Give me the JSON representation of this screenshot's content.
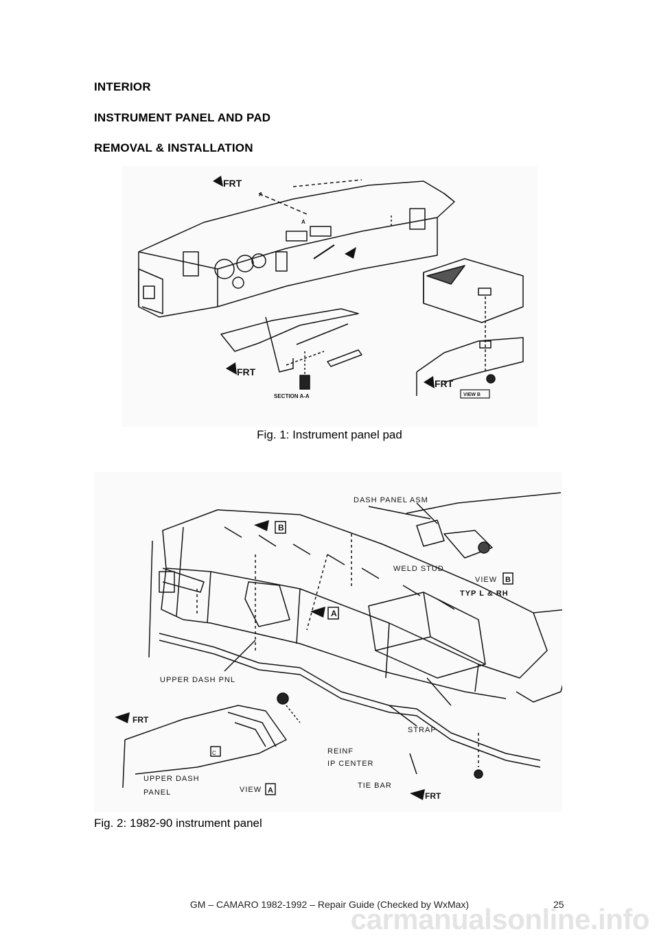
{
  "headings": {
    "section": "INTERIOR",
    "subsection": "INSTRUMENT PANEL AND PAD",
    "procedure": "REMOVAL & INSTALLATION"
  },
  "figure1": {
    "caption": "Fig. 1: Instrument panel pad",
    "labels": {
      "frt": "FRT",
      "a": "A",
      "section": "SECTION A-A",
      "view": "VIEW B"
    }
  },
  "figure2": {
    "caption": "Fig. 2: 1982-90 instrument panel",
    "labels": {
      "dash_panel_asm": "DASH PANEL ASM",
      "weld_stud": "WELD STUD",
      "view": "VIEW",
      "b": "B",
      "a": "A",
      "c": "C",
      "typ": "TYP L & RH",
      "upper_dash_pnl": "UPPER DASH PNL",
      "frt": "FRT",
      "upper_dash_panel_1": "UPPER DASH",
      "upper_dash_panel_2": "PANEL",
      "strap": "STRAP",
      "reinf_1": "REINF",
      "reinf_2": "IP CENTER",
      "tie_bar": "TIE BAR"
    }
  },
  "footer": {
    "text": "GM – CAMARO 1982-1992 – Repair Guide (Checked by WxMax)",
    "page_number": "25"
  },
  "watermark": "carmanualsonline.info"
}
